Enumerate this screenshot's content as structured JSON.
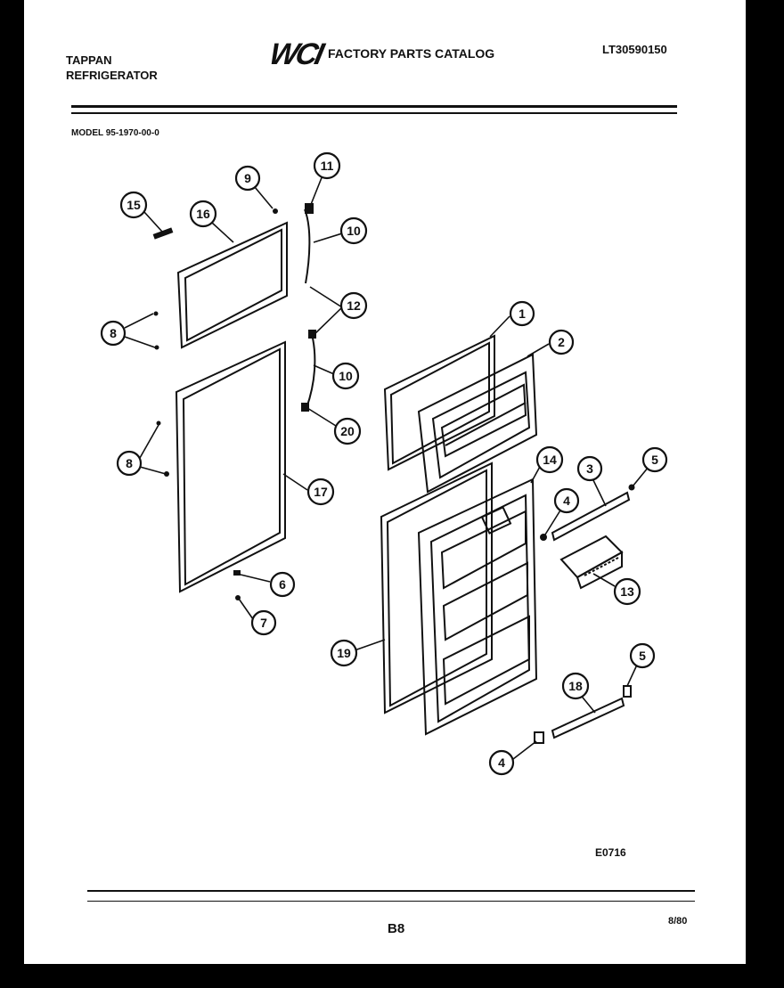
{
  "header": {
    "brand_line1": "TAPPAN",
    "brand_line2": "REFRIGERATOR",
    "logo": "WCI",
    "catalog_title": "FACTORY PARTS CATALOG",
    "catalog_number": "LT30590150"
  },
  "model": "MODEL 95-1970-00-0",
  "callouts": [
    "1",
    "2",
    "3",
    "4",
    "4",
    "5",
    "5",
    "6",
    "7",
    "8",
    "8",
    "9",
    "10",
    "10",
    "11",
    "12",
    "13",
    "14",
    "15",
    "16",
    "17",
    "18",
    "19",
    "20"
  ],
  "footer": {
    "diagram_code": "E0716",
    "page_code": "B8",
    "date": "8/80"
  },
  "colors": {
    "ink": "#111111",
    "paper": "#ffffff",
    "border": "#000000"
  }
}
